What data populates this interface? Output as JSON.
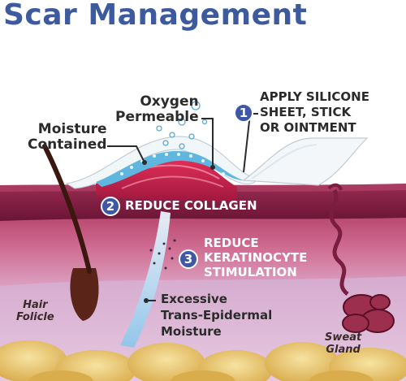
{
  "title": "Scar Management",
  "labels": {
    "oxygen": [
      "Oxygen",
      "Permeable"
    ],
    "moisture": [
      "Moisture",
      "Contained"
    ],
    "apply": [
      "APPLY SILICONE",
      "SHEET, STICK",
      "OR OINTMENT"
    ],
    "collagen": "REDUCE COLLAGEN",
    "keratinocyte": [
      "REDUCE",
      "KERATINOCYTE",
      "STIMULATION"
    ],
    "excessive": [
      "Excessive",
      "Trans-Epidermal",
      "Moisture"
    ],
    "hair_follicle": [
      "Hair",
      "Folicle"
    ],
    "sweat_gland": [
      "Sweat",
      "Gland"
    ]
  },
  "steps": [
    "1",
    "2",
    "3"
  ],
  "colors": {
    "title": "#3d5a9e",
    "badge": "#3f57a7",
    "epidermis": "#7a1d3f",
    "dermis": "#c4587f",
    "fat": "#e8c46a",
    "silicone_sheet": "#eef4f8",
    "moisture_gel": "#5fb6de"
  }
}
